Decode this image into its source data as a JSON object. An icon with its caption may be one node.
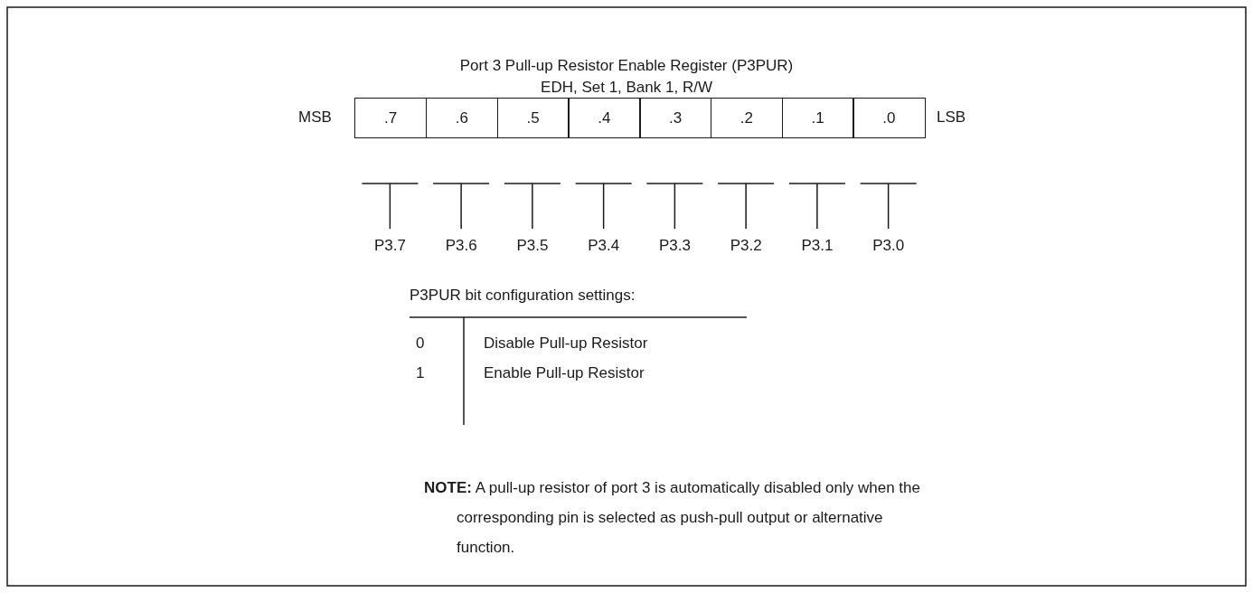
{
  "diagram": {
    "title": "Port 3 Pull-up Resistor Enable Register (P3PUR)",
    "nodes": [
      {
        "text": [
          ".7"
        ]
      },
      {
        "text": [
          ".6"
        ]
      },
      {
        "text": [
          ".5"
        ]
      },
      {
        "text": [
          ".4"
        ]
      },
      {
        "text": [
          ".3"
        ]
      },
      {
        "text": [
          ".2"
        ]
      },
      {
        "text": [
          ".1"
        ]
      },
      {
        "text": [
          ".0"
        ]
      }
    ],
    "labels": [
      "EDH, Set 1, Bank 1, R/W",
      "MSB",
      "LSB",
      "P3.7",
      "P3.6",
      "P3.5",
      "P3.4",
      "P3.3",
      "P3.2",
      "P3.1",
      "P3.0",
      "P3PUR bit configuration settings:",
      "0",
      "Disable Pull-up Resistor",
      "1",
      "Enable Pull-up Resistor",
      "**NOTE:** A pull-up resistor of port 3 is automatically disabled only when the corresponding pin is selected as push-pull output or alternative function."
    ]
  }
}
